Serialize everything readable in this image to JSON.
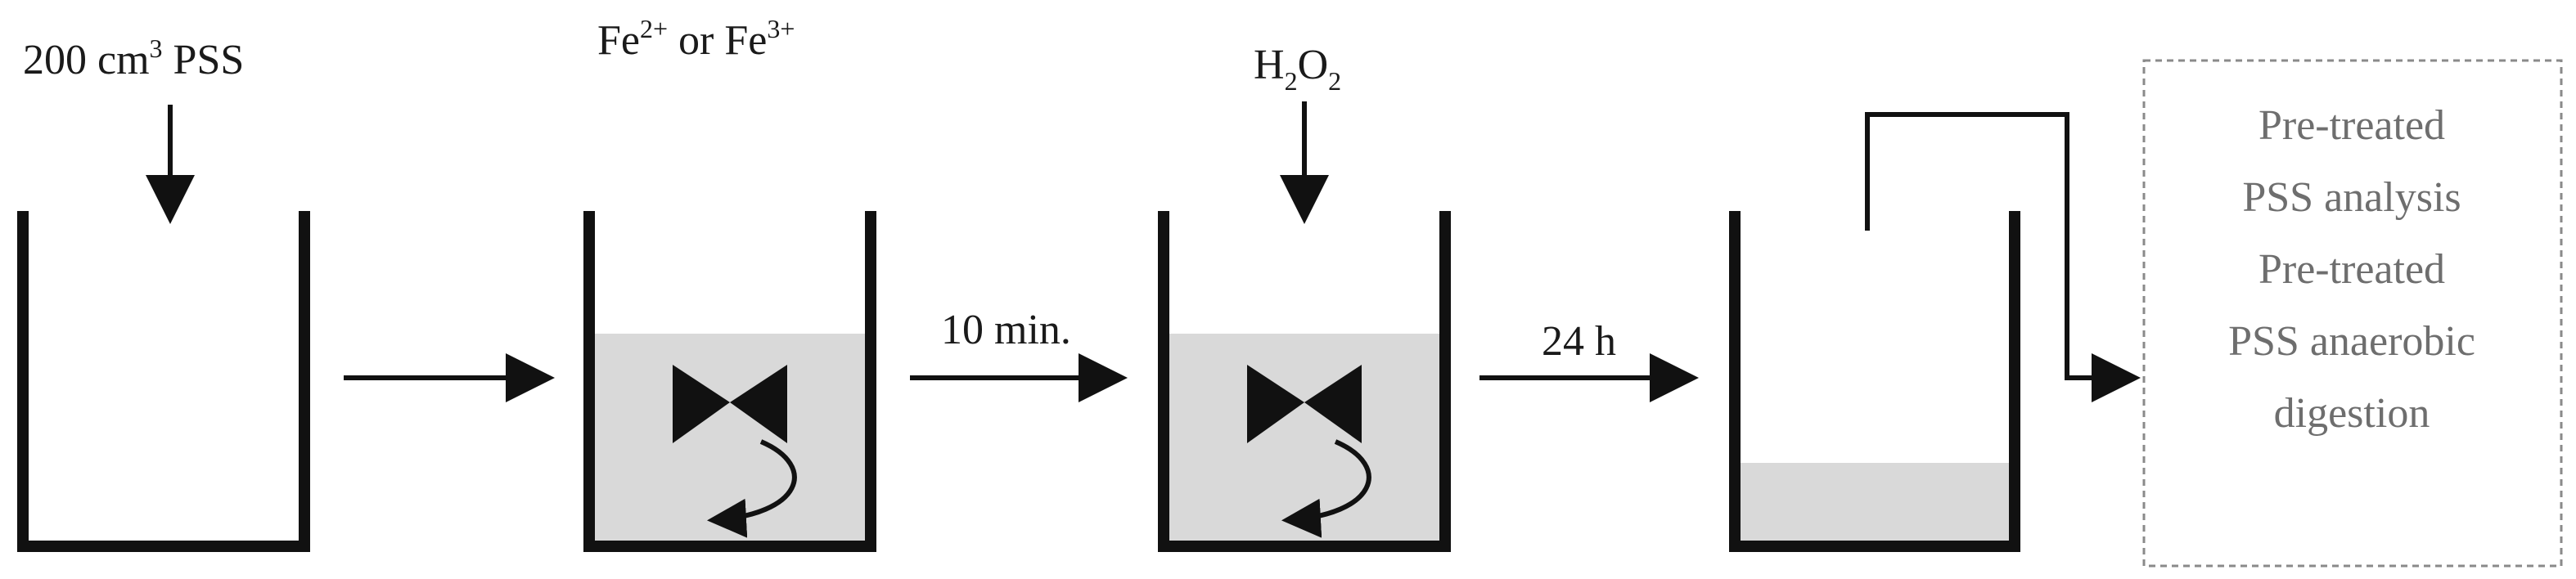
{
  "inputs": {
    "pss": {
      "amount": "200 cm",
      "sup": "3",
      "rest": " PSS"
    },
    "iron": {
      "a": "Fe",
      "a_sup": "2+",
      "mid": " or Fe",
      "b_sup": "3+"
    },
    "peroxide": {
      "a": "H",
      "a_sub": "2",
      "b": "O",
      "b_sub": "2"
    }
  },
  "steps": {
    "mix_time": "10 min.",
    "reaction_time": "24 h"
  },
  "outputs": {
    "lines": [
      "Pre-treated",
      "PSS analysis",
      "Pre-treated",
      "PSS anaerobic",
      "digestion"
    ]
  },
  "colors": {
    "liquid": "#d9d9d9",
    "ink": "#111111",
    "box_border": "#8a8a8a",
    "box_text": "#6e6e6e"
  }
}
